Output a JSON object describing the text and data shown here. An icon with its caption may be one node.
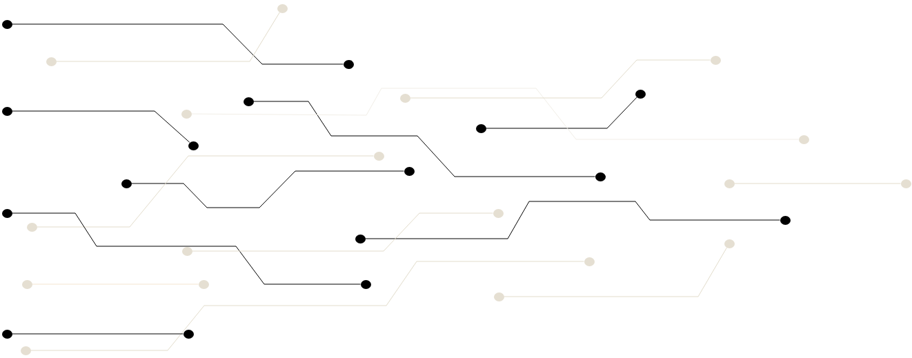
{
  "diagram": {
    "nodes": [
      {
        "text": [],
        "shape": "circle"
      },
      {
        "text": [],
        "shape": "circle"
      },
      {
        "text": [],
        "shape": "circle"
      },
      {
        "text": [],
        "shape": "circle"
      },
      {
        "text": [],
        "shape": "circle"
      },
      {
        "text": [],
        "shape": "circle"
      },
      {
        "text": [],
        "shape": "circle"
      },
      {
        "text": [],
        "shape": "circle"
      },
      {
        "text": [],
        "shape": "circle"
      },
      {
        "text": [],
        "shape": "circle"
      },
      {
        "text": [],
        "shape": "circle"
      },
      {
        "text": [],
        "shape": "circle"
      },
      {
        "text": [],
        "shape": "circle"
      },
      {
        "text": [],
        "shape": "circle"
      },
      {
        "text": [],
        "shape": "circle"
      },
      {
        "text": [],
        "shape": "circle"
      },
      {
        "text": [],
        "shape": "circle"
      },
      {
        "text": [],
        "shape": "circle"
      },
      {
        "text": [],
        "shape": "circle"
      },
      {
        "text": [],
        "shape": "circle"
      },
      {
        "text": [],
        "shape": "circle"
      },
      {
        "text": [],
        "shape": "circle"
      },
      {
        "text": [],
        "shape": "circle"
      },
      {
        "text": [],
        "shape": "circle"
      },
      {
        "text": [],
        "shape": "circle"
      },
      {
        "text": [],
        "shape": "circle"
      },
      {
        "text": [],
        "shape": "circle"
      },
      {
        "text": [],
        "shape": "circle"
      },
      {
        "text": [],
        "shape": "circle"
      },
      {
        "text": [],
        "shape": "circle"
      },
      {
        "text": [],
        "shape": "circle"
      },
      {
        "text": [],
        "shape": "circle"
      },
      {
        "text": [],
        "shape": "circle"
      },
      {
        "text": [],
        "shape": "circle"
      }
    ],
    "edges": [
      {
        "from": 1,
        "to": 4,
        "arrow": "none",
        "color": "#000000"
      },
      {
        "from": 2,
        "to": 0,
        "arrow": "none",
        "color": "#e2dccb"
      },
      {
        "from": 8,
        "to": 12,
        "arrow": "none",
        "color": "#000000"
      },
      {
        "from": 7,
        "to": 15,
        "arrow": "none",
        "color": "#000000"
      },
      {
        "from": 10,
        "to": 5,
        "arrow": "none",
        "color": "#000000"
      },
      {
        "from": 9,
        "to": 11,
        "arrow": "none",
        "color": "#f1eee7"
      },
      {
        "from": 6,
        "to": 3,
        "arrow": "none",
        "color": "#e2dccb"
      },
      {
        "from": 16,
        "to": 14,
        "arrow": "none",
        "color": "#000000"
      },
      {
        "from": 22,
        "to": 13,
        "arrow": "none",
        "color": "#e2dccb"
      },
      {
        "from": 17,
        "to": 18,
        "arrow": "none",
        "color": "#e2dccb"
      },
      {
        "from": 19,
        "to": 29,
        "arrow": "none",
        "color": "#000000"
      },
      {
        "from": 23,
        "to": 21,
        "arrow": "none",
        "color": "#000000"
      },
      {
        "from": 25,
        "to": 20,
        "arrow": "none",
        "color": "#e2dccb"
      },
      {
        "from": 27,
        "to": 28,
        "arrow": "none",
        "color": "#f5e5d0"
      },
      {
        "from": 33,
        "to": 26,
        "arrow": "none",
        "color": "#e2dccb"
      },
      {
        "from": 30,
        "to": 24,
        "arrow": "none",
        "color": "#e2dccb"
      },
      {
        "from": 31,
        "to": 32,
        "arrow": "none",
        "color": "#000000"
      }
    ]
  }
}
